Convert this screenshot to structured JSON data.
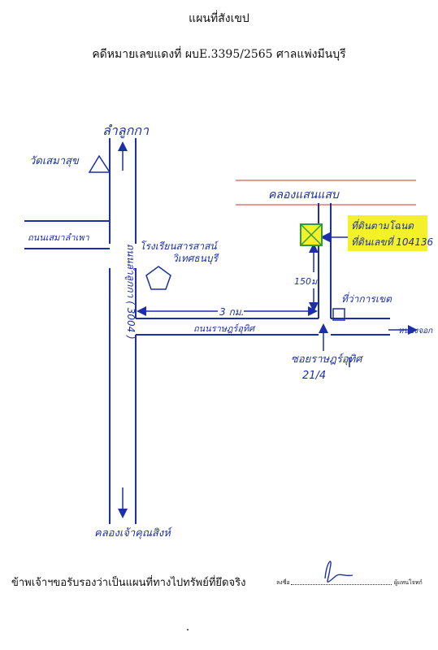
{
  "header": {
    "title": "แผนที่สังเขป",
    "case_line": "คดีหมายเลขแดงที่ ผบE.3395/2565 ศาลแพ่งมีนบุรี"
  },
  "map": {
    "labels": {
      "north_dest": "ลำลูกกา",
      "temple": "วัดเสมาสุข",
      "road_left": "ถนนเสมาลำเพา",
      "school_line1": "โรงเรียนสารสาสน์",
      "school_line2": "วิเทศธนบุรี",
      "main_road_vertical": "ถนนลำลูกกา ( 3004 )",
      "canal": "คลองแสนแสบ",
      "property_line1": "ที่ดินตามโฉนด",
      "property_line2": "ที่ดินเลขที่ 104136",
      "distance_vertical": "150ม.",
      "distance_horizontal": "3 กม.",
      "office": "ที่ว่าการเขต",
      "road_bottom": "ถนนราษฎร์อุทิศ",
      "east_dest": "หนองจอก",
      "soi_line1": "ซอยราษฎร์อุทิศ",
      "soi_line2": "21/4",
      "south_dest": "คลองเจ้าคุณสิงห์"
    },
    "colors": {
      "ink": "#1c2fa8",
      "canal_line": "#e57373",
      "highlight": "#f4f02a",
      "property_box": "#2e9e3a"
    }
  },
  "footer": {
    "statement": "ข้าพเจ้าฯขอรับรองว่าเป็นแผนที่ทางไปทรัพย์ที่ยึดจริง",
    "sign_label": "ลงชื่อ",
    "sign_role": "ผู้แทนโจทก์"
  }
}
